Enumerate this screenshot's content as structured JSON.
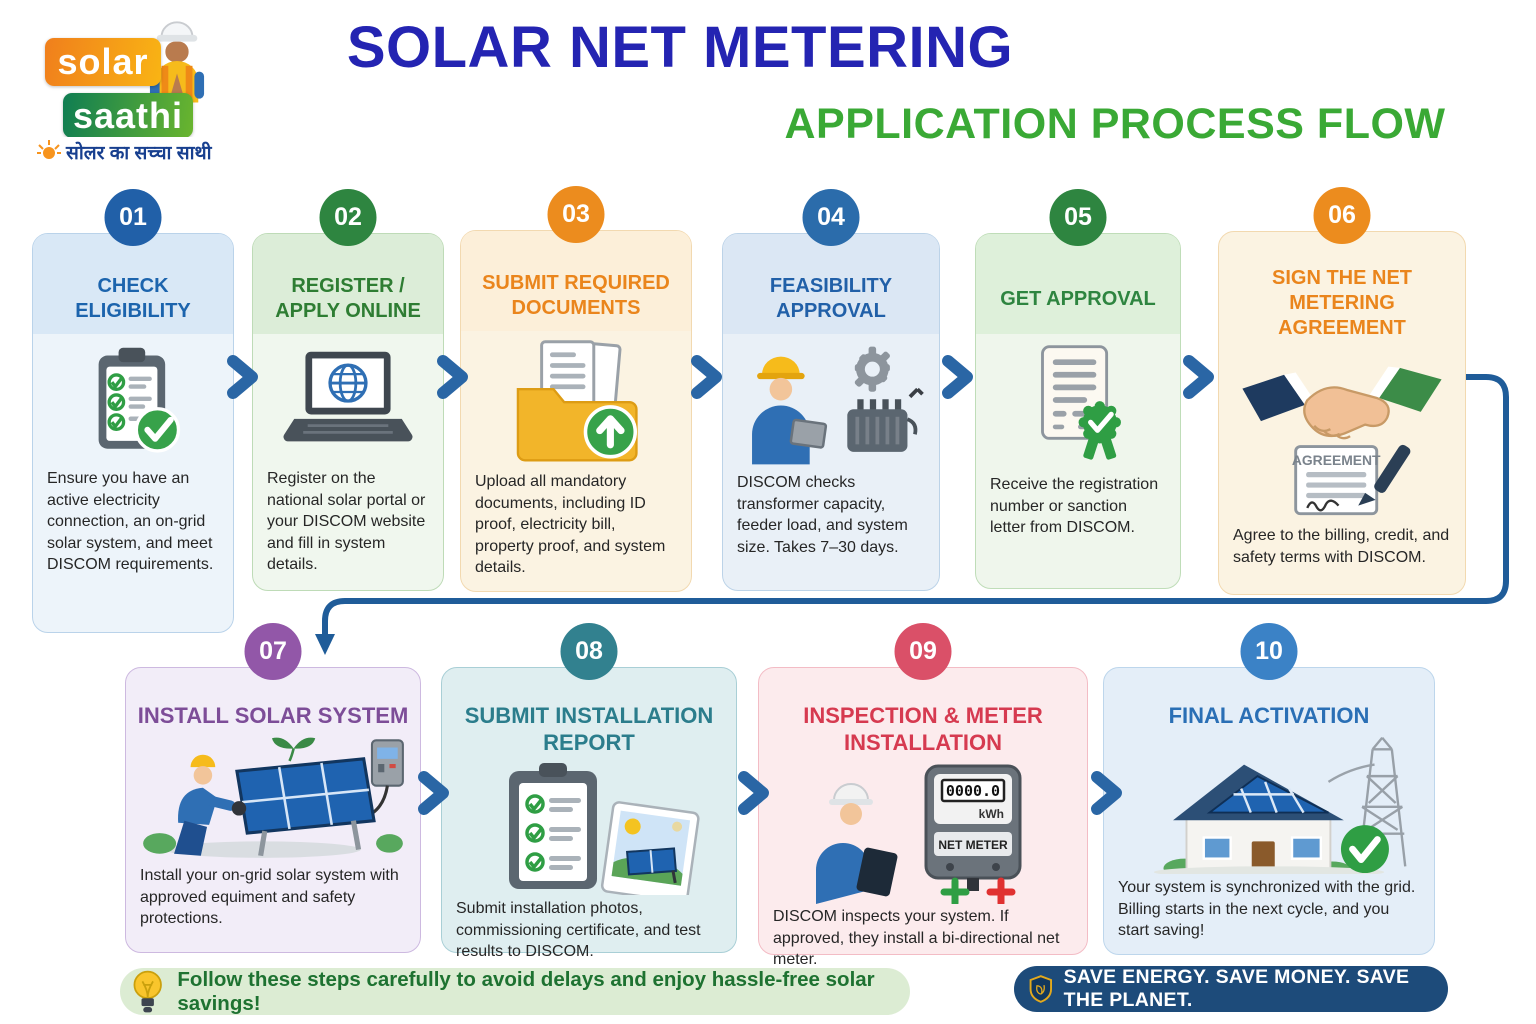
{
  "logo": {
    "word1": "solar",
    "word2": "saathi",
    "tagline": "सोलर का सच्चा साथी",
    "mascot_icon": "worker-mascot-icon",
    "sun_icon": "sun-icon"
  },
  "header": {
    "title": "SOLAR NET METERING",
    "subtitle": "APPLICATION PROCESS FLOW",
    "title_color": "#2424b2",
    "subtitle_color": "#3aa935"
  },
  "steps": [
    {
      "number": "01",
      "title": "CHECK ELIGIBILITY",
      "description": "Ensure you have an active electricity connection, an on-grid solar system, and meet DISCOM requirements.",
      "icon": "eligibility-checklist-icon",
      "accent": "#1c64ad",
      "badge_color": "#2160a8",
      "header_bg": "#d9e8f6",
      "body_bg": "#edf4fa"
    },
    {
      "number": "02",
      "title": "REGISTER / APPLY ONLINE",
      "description": "Register on the national solar portal or your DISCOM website and fill in system details.",
      "icon": "laptop-globe-icon",
      "accent": "#2e7d33",
      "badge_color": "#2e8540",
      "header_bg": "#dcedd8",
      "body_bg": "#f0f7ee"
    },
    {
      "number": "03",
      "title": "SUBMIT REQUIRED DOCUMENTS",
      "description": "Upload all mandatory documents, including ID proof, electricity bill, property proof, and system details.",
      "icon": "document-upload-folder-icon",
      "accent": "#ea851c",
      "badge_color": "#ec8c1e",
      "header_bg": "#fcefd9",
      "body_bg": "#fbf3e2"
    },
    {
      "number": "04",
      "title": "FEASIBILITY APPROVAL",
      "description": "DISCOM checks transformer capacity, feeder load, and system size. Takes 7–30 days.",
      "icon": "engineer-gear-transformer-icon",
      "accent": "#2160a8",
      "badge_color": "#2b6cab",
      "header_bg": "#dbe7f4",
      "body_bg": "#e9f0f7"
    },
    {
      "number": "05",
      "title": "GET APPROVAL",
      "description": "Receive the registration number or sanction letter from DISCOM.",
      "icon": "approved-document-rosette-icon",
      "accent": "#2e8540",
      "badge_color": "#2e8540",
      "header_bg": "#def0da",
      "body_bg": "#eff6ec"
    },
    {
      "number": "06",
      "title": "SIGN THE NET METERING AGREEMENT",
      "description": "Agree to the billing, credit, and safety terms with DISCOM.",
      "icon": "handshake-agreement-icon",
      "accent": "#ea851c",
      "badge_color": "#ec8c1e",
      "body_bg": "#fbf3e2",
      "agreement_label": "AGREEMENT"
    },
    {
      "number": "07",
      "title": "INSTALL SOLAR SYSTEM",
      "description": "Install your on-grid solar system with approved equiment and safety protections.",
      "icon": "solar-panel-installation-icon",
      "accent": "#7d4d98",
      "badge_color": "#9257a8",
      "body_bg": "#f2edf8"
    },
    {
      "number": "08",
      "title": "SUBMIT INSTALLATION REPORT",
      "description": "Submit installation photos, commissioning certificate, and test results to DISCOM.",
      "icon": "installation-report-photo-icon",
      "accent": "#2b7d8c",
      "badge_color": "#32818f",
      "body_bg": "#dfeef0"
    },
    {
      "number": "09",
      "title": "INSPECTION & METER INSTALLATION",
      "description": "DISCOM inspects your system. If approved, they install a bi-directional net meter.",
      "icon": "net-meter-inspection-icon",
      "accent": "#d63a50",
      "badge_color": "#da5068",
      "body_bg": "#fcebed",
      "meter": {
        "reading": "0000.0",
        "unit": "kWh",
        "label": "NET METER"
      }
    },
    {
      "number": "10",
      "title": "FINAL ACTIVATION",
      "description": "Your system is synchronized with the grid. Billing starts in the next cycle, and you start saving!",
      "icon": "grid-connected-house-icon",
      "accent": "#2a6fb5",
      "badge_color": "#3b82c6",
      "body_bg": "#e4eef8"
    }
  ],
  "flow": {
    "arrow_color": "#2a66a5",
    "connector_color": "#1f5c99"
  },
  "footer": {
    "tip": "Follow these steps carefully to avoid delays and enjoy hassle-free solar savings!",
    "tip_icon": "lightbulb-icon",
    "tip_bg": "#dcecd3",
    "tip_text_color": "#1e7231",
    "banner": "SAVE ENERGY. SAVE MONEY. SAVE THE PLANET.",
    "banner_icon": "shield-leaf-icon",
    "banner_bg": "#1d4b7a",
    "banner_text_color": "#ffffff"
  }
}
